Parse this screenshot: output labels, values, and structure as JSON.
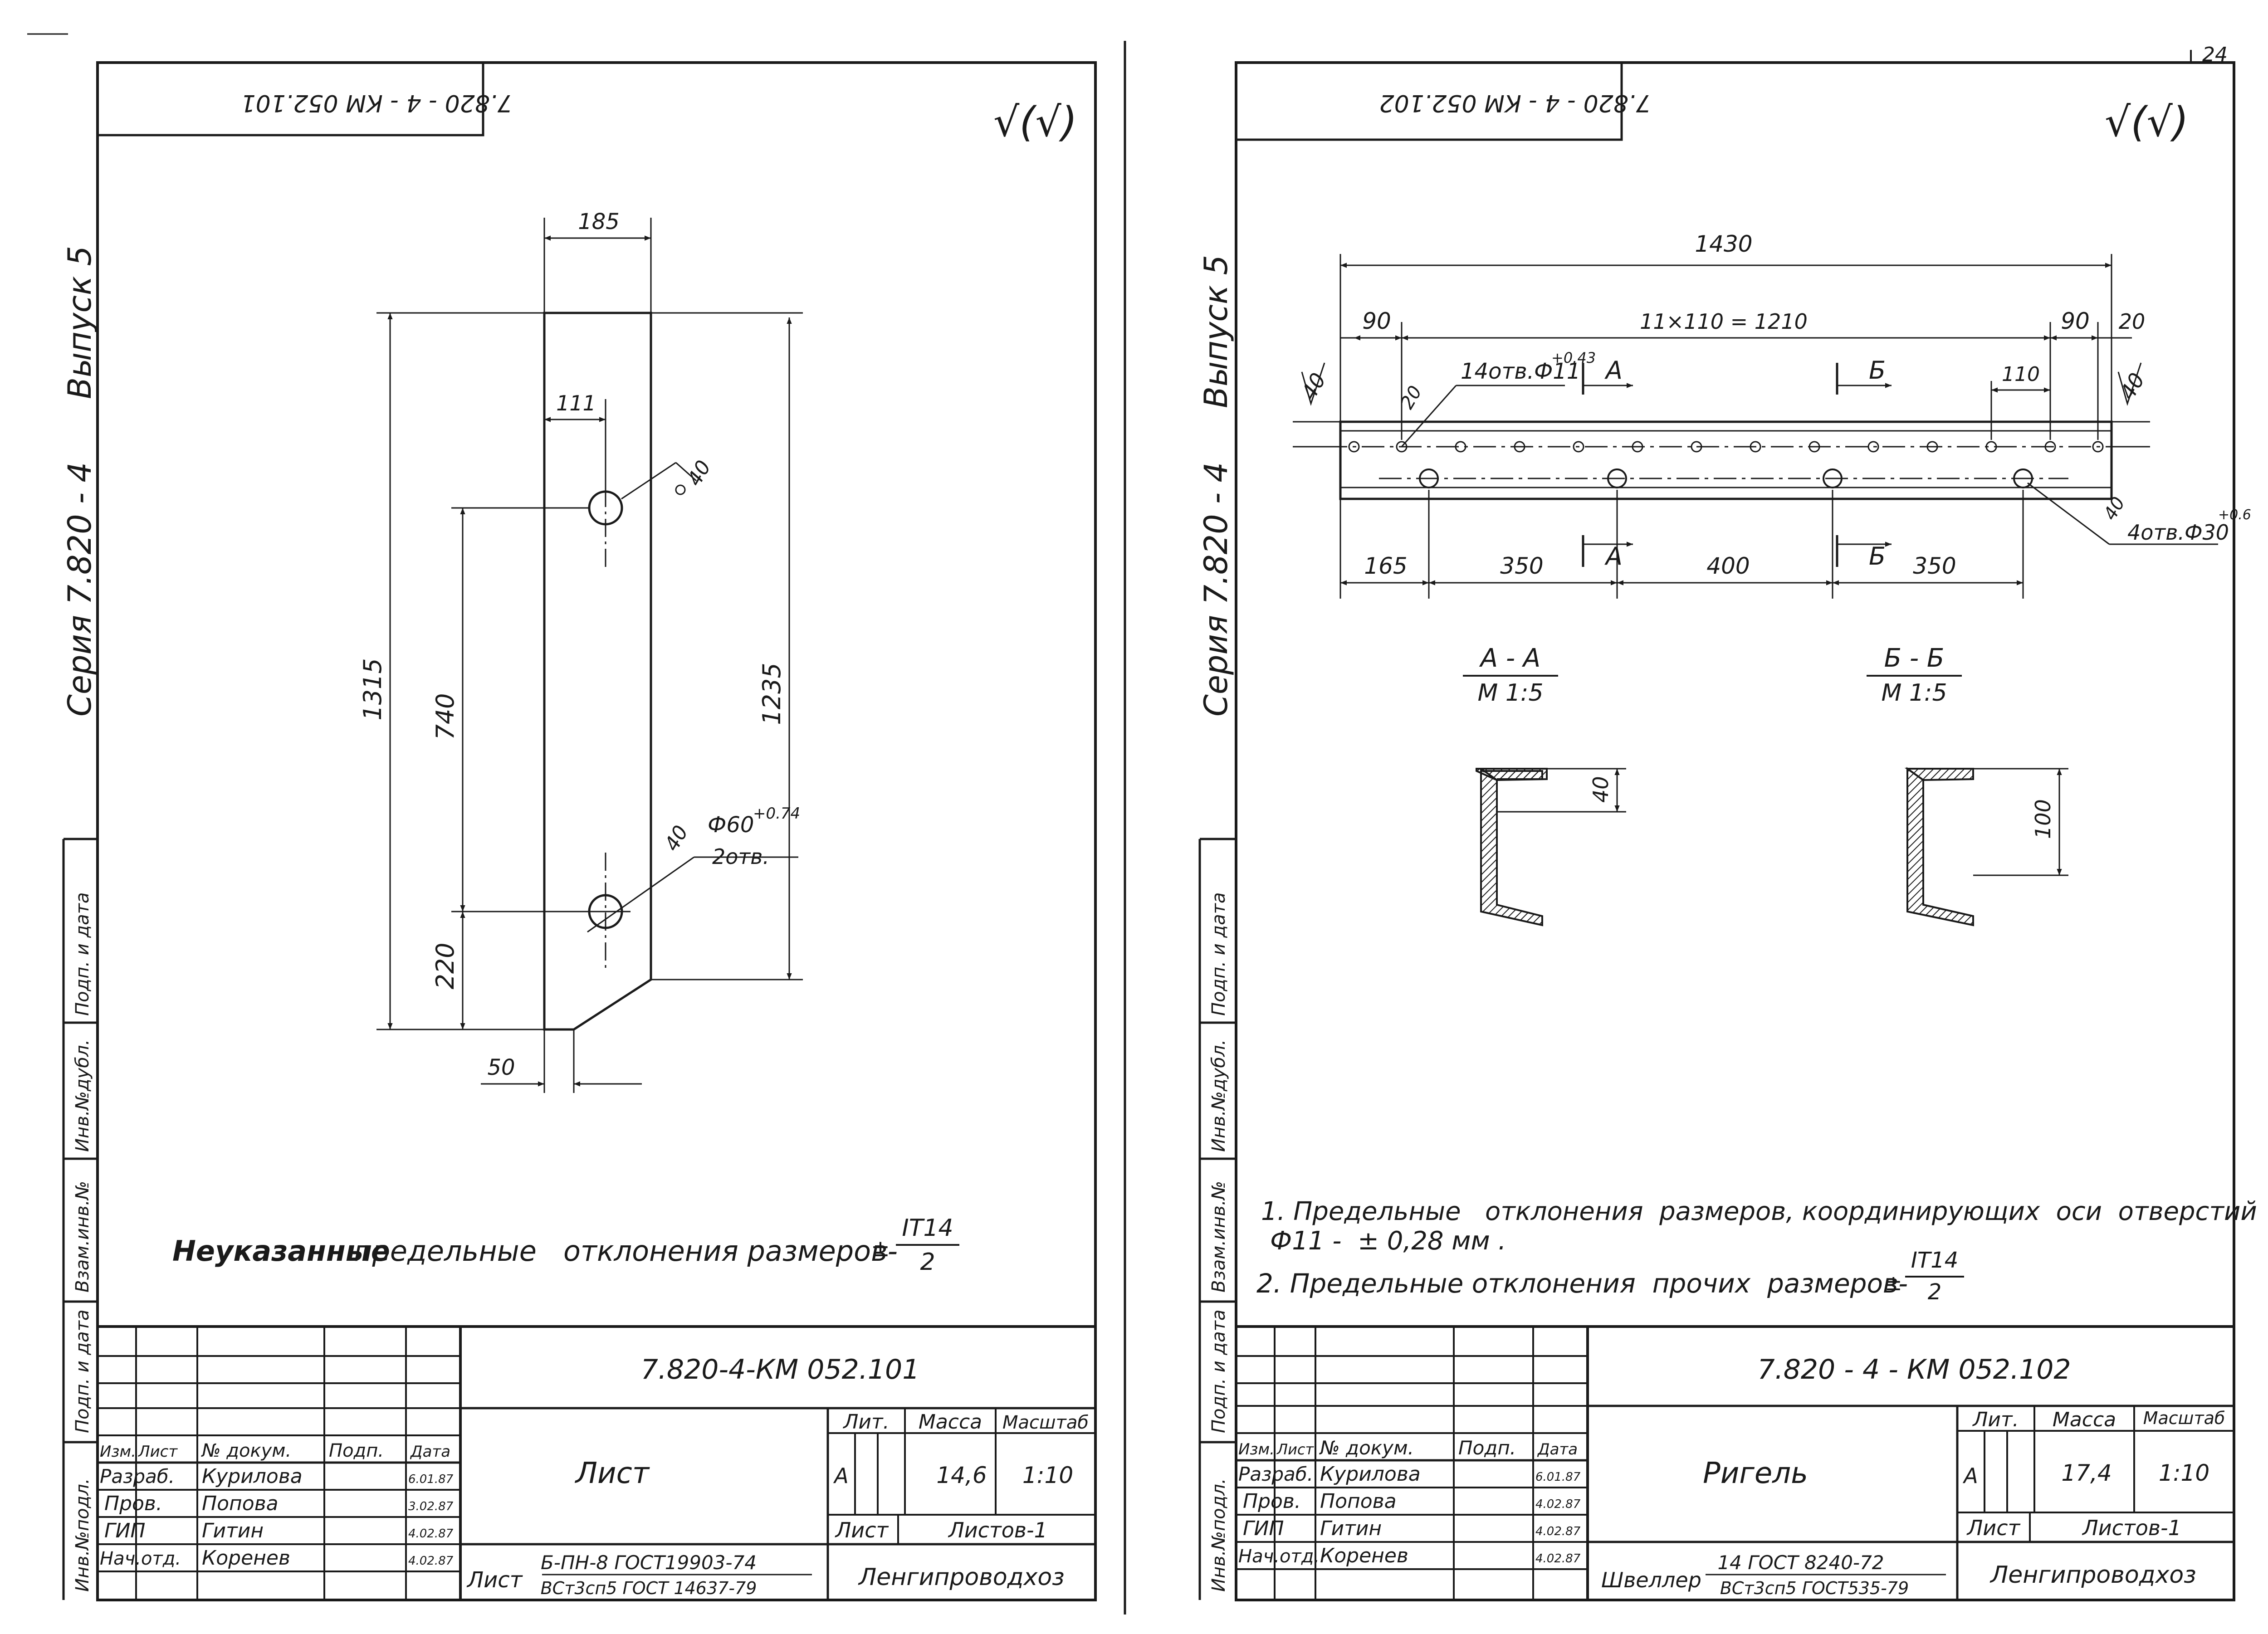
{
  "page_number": "24",
  "left_sheet": {
    "doc_code_flipped": "7.820 - 4 - КМ 052.101",
    "roughness": "√(√)",
    "series": "Серия  7.820 - 4",
    "issue": "Выпуск 5",
    "side_labels": [
      "Взам.инв.№",
      "Инв.№дубл.",
      "Подп. и дата",
      "Подп. и дата",
      "Инв.№подл."
    ],
    "dims": {
      "width": "185",
      "offset": "111",
      "total": "1315",
      "hole_pitch": "740",
      "right_len": "1235",
      "bottom_off": "220",
      "chamfer": "50",
      "rough_hole": "40",
      "rough_edge": "40",
      "hole_dia": "Ф60",
      "hole_tol": "+0.74",
      "hole_count": "2отв."
    },
    "note": {
      "lead": "Неуказанные",
      "rest": "предельные   отклонения размеров-",
      "pm": "±",
      "num": "IT14",
      "den": "2"
    },
    "title_block": {
      "code": "7.820-4-КМ 052.101",
      "name": "Лист",
      "col_headers": [
        "Изм.",
        "Лист",
        "№ докум.",
        "Подп.",
        "Дата"
      ],
      "rows": [
        {
          "role": "Разраб.",
          "name": "Курилова",
          "date": "6.01.87"
        },
        {
          "role": "Пров.",
          "name": "Попова",
          "date": "3.02.87"
        },
        {
          "role": "ГИП",
          "name": "Гитин",
          "date": "4.02.87"
        },
        {
          "role": "Нач.отд.",
          "name": "Коренев",
          "date": "4.02.87"
        }
      ],
      "lit_label": "Лит.",
      "mass_label": "Масса",
      "scale_label": "Масштаб",
      "lit": "А",
      "mass": "14,6",
      "scale": "1:10",
      "sheet_label": "Лист",
      "sheets_label": "Листов-1",
      "material_prefix": "Лист",
      "material_top": "Б-ПН-8  ГОСТ19903-74",
      "material_bottom": "ВСт3сп5 ГОСТ 14637-79",
      "org": "Ленгипроводхоз"
    }
  },
  "right_sheet": {
    "doc_code_flipped": "7.820 - 4 - КМ 052.102",
    "roughness": "√(√)",
    "series": "Серия  7.820 - 4",
    "issue": "Выпуск 5",
    "side_labels": [
      "Взам.инв.№",
      "Инв.№дубл.",
      "Подп. и дата",
      "Подп. и дата",
      "Инв.№подл."
    ],
    "dims": {
      "overall": "1430",
      "left_end": "90",
      "pitch": "11×110 = 1210",
      "right_end": "90",
      "right_tail": "20",
      "left_h": "40",
      "right_h": "40",
      "small_holes": "14отв.Ф11",
      "small_tol": "+0.43",
      "small_rough": "20",
      "spacing": "110",
      "big_holes": "4отв.Ф30",
      "big_tol": "+0.6",
      "big_rough": "40",
      "b1": "165",
      "b2": "350",
      "b3": "400",
      "b4": "350",
      "cut_a": "А",
      "cut_b": "Б"
    },
    "sections": [
      {
        "title": "А - А",
        "scale": "М 1:5",
        "dim": "40"
      },
      {
        "title": "Б - Б",
        "scale": "М 1:5",
        "dim": "100"
      }
    ],
    "notes": [
      "1. Предельные   отклонения  размеров, координирующих  оси  отверстий",
      "Ф11 -  ± 0,28 мм .",
      "2. Предельные отклонения  прочих  размеров-"
    ],
    "note_frac": {
      "pm": "±",
      "num": "IT14",
      "den": "2"
    },
    "title_block": {
      "code": "7.820 - 4 - КМ 052.102",
      "name": "Ригель",
      "col_headers": [
        "Изм.",
        "Лист",
        "№ докум.",
        "Подп.",
        "Дата"
      ],
      "rows": [
        {
          "role": "Разраб.",
          "name": "Курилова",
          "date": "6.01.87"
        },
        {
          "role": "Пров.",
          "name": "Попова",
          "date": "4.02.87"
        },
        {
          "role": "ГИП",
          "name": "Гитин",
          "date": "4.02.87"
        },
        {
          "role": "Нач.отд.",
          "name": "Коренев",
          "date": "4.02.87"
        }
      ],
      "lit_label": "Лит.",
      "mass_label": "Масса",
      "scale_label": "Масштаб",
      "lit": "А",
      "mass": "17,4",
      "scale": "1:10",
      "sheet_label": "Лист",
      "sheets_label": "Листов-1",
      "material_prefix": "Швеллер",
      "material_top": "14  ГОСТ 8240-72",
      "material_bottom": "ВСт3сп5 ГОСТ535-79",
      "org": "Ленгипроводхоз"
    }
  }
}
